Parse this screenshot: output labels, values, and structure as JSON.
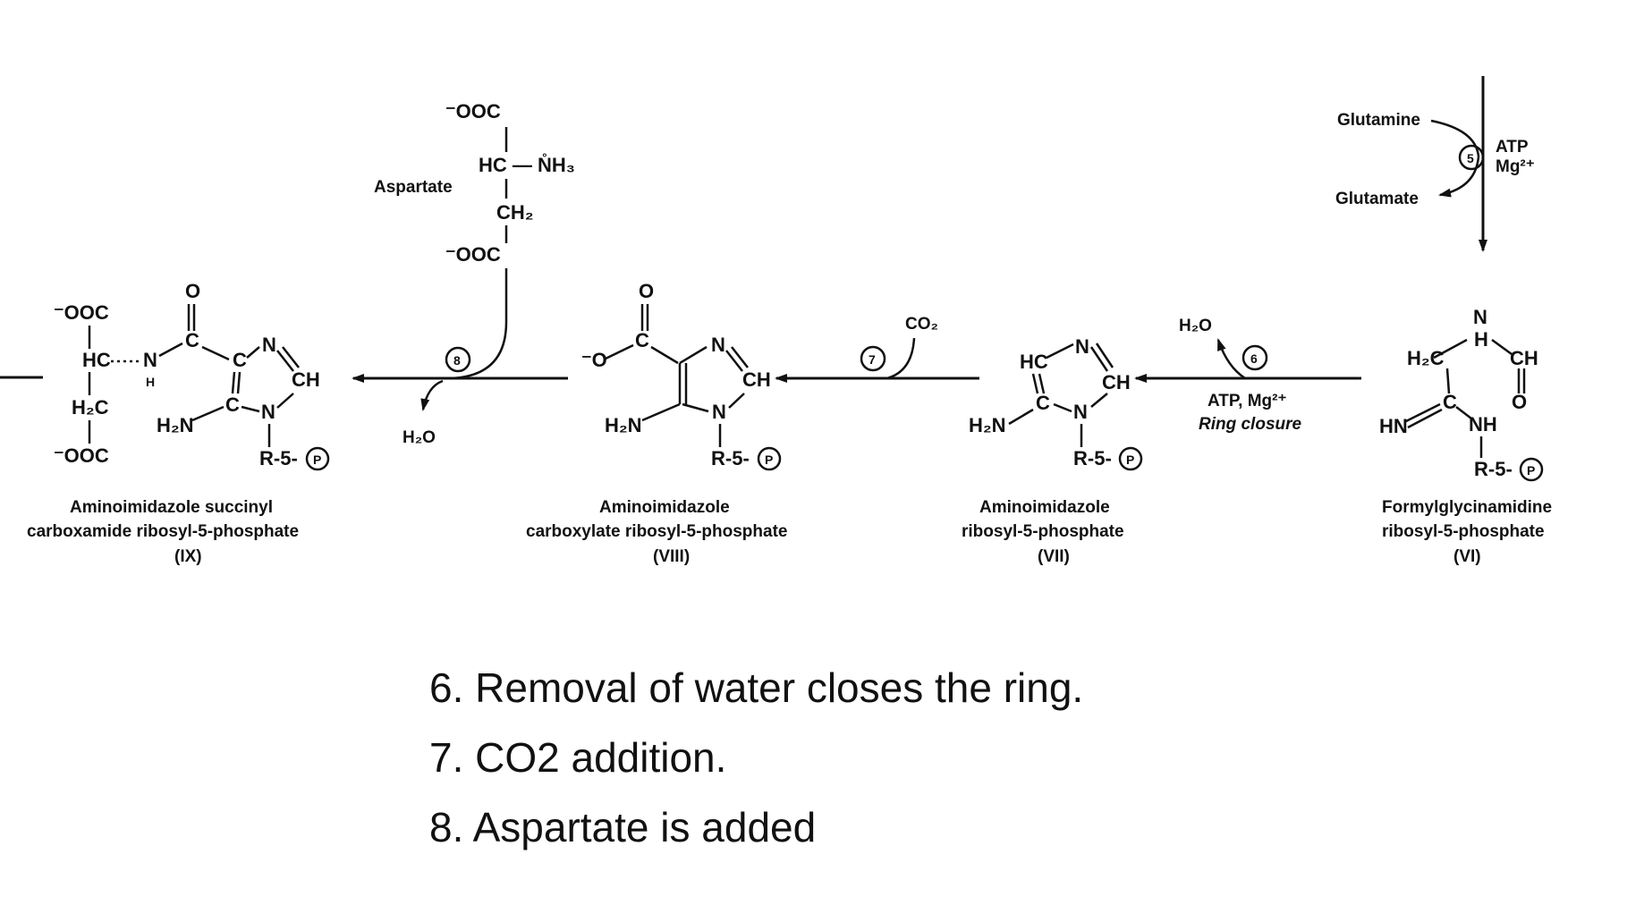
{
  "compounds": [
    {
      "id": "VI",
      "name_line1": "Formylglycinamidine",
      "name_line2": "ribosyl-5-phosphate",
      "numeral": "(VI)"
    },
    {
      "id": "VII",
      "name_line1": "Aminoimidazole",
      "name_line2": "ribosyl-5-phosphate",
      "numeral": "(VII)"
    },
    {
      "id": "VIII",
      "name_line1": "Aminoimidazole",
      "name_line2": "carboxylate ribosyl-5-phosphate",
      "numeral": "(VIII)"
    },
    {
      "id": "IX",
      "name_line1": "Aminoimidazole succinyl",
      "name_line2": "carboxamide ribosyl-5-phosphate",
      "numeral": "(IX)"
    }
  ],
  "steps": {
    "step5": {
      "number": "5",
      "in": "Glutamine",
      "out": "Glutamate",
      "cofactor1": "ATP",
      "cofactor2": "Mg²⁺"
    },
    "step6": {
      "number": "6",
      "byproduct": "H₂O",
      "cofactor": "ATP, Mg²⁺",
      "label": "Ring closure"
    },
    "step7": {
      "number": "7",
      "reactant": "CO₂"
    },
    "step8": {
      "number": "8",
      "reactant": "Aspartate",
      "byproduct": "H₂O"
    }
  },
  "aspartate": {
    "l1": "⁻OOC",
    "l2": "HC — N̊H₃",
    "l3": "CH₂",
    "l4": "⁻OOC"
  },
  "atoms": {
    "N": "N",
    "H": "H",
    "O": "O",
    "C": "C",
    "CH": "CH",
    "NH": "NH",
    "HN": "HN",
    "HC": "HC",
    "H2C": "H₂C",
    "H2N": "H₂N",
    "HN3": "HN",
    "R5P": "R-5-",
    "P": "P",
    "COOm": "⁻OOC",
    "Om": "⁻O"
  },
  "notes": [
    "6. Removal of water closes the ring.",
    "7. CO2 addition.",
    "8. Aspartate is added"
  ]
}
